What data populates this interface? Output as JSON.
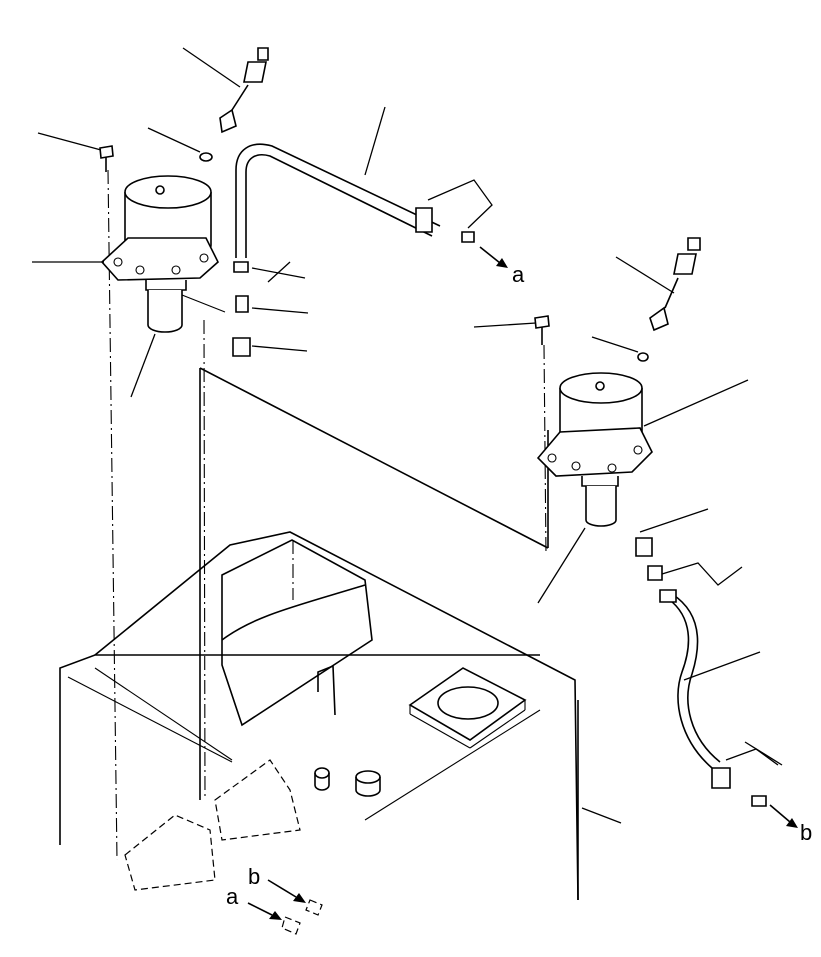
{
  "callouts": {
    "a_top": "a",
    "b_right": "b",
    "b_bottom": "b",
    "a_bottom": "a"
  }
}
